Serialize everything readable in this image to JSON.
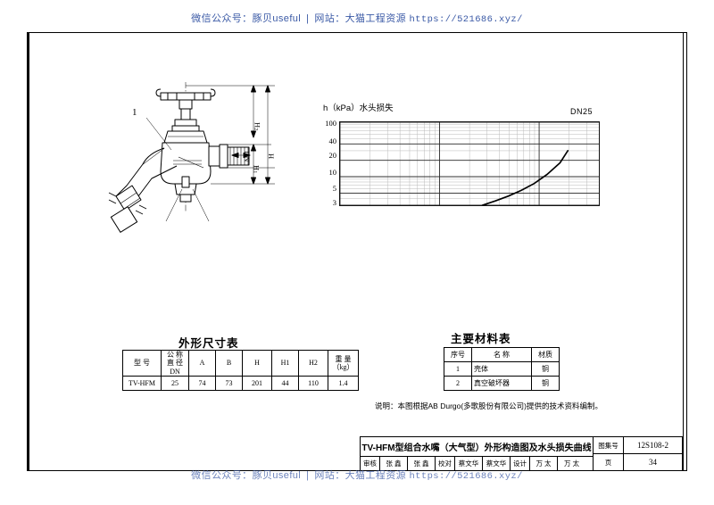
{
  "watermark": {
    "wechat_label": "微信公众号：",
    "wechat_name": "豚贝useful",
    "separator": "|",
    "site_label": "网站：",
    "site_name": "大猫工程资源",
    "url": "https://521686.xyz/"
  },
  "drawing": {
    "callout_1": "1",
    "dim_H": "H",
    "dim_H1": "H",
    "dim_H1_sub": "1",
    "dim_H2": "H",
    "dim_H2_sub": "2",
    "dim_DN": "DN"
  },
  "chart_data": {
    "type": "line",
    "title": "h（kPa）水头损失",
    "annotation": "DN25",
    "ylabel": "h (kPa)",
    "xlabel": "",
    "yticks": [
      "100",
      "40",
      "20",
      "10",
      "5",
      "3"
    ],
    "ylim": [
      3,
      100
    ],
    "yscale": "log",
    "xscale": "log",
    "grid": true,
    "legend": "none",
    "series": [
      {
        "name": "DN25",
        "x": [
          0.55,
          0.6,
          0.65,
          0.7,
          0.75,
          0.8,
          0.85,
          0.88
        ],
        "y": [
          3.0,
          3.6,
          4.4,
          5.6,
          7.5,
          11.0,
          18.0,
          30.0
        ]
      }
    ]
  },
  "dimension_table": {
    "heading": "外形尺寸表",
    "headers": {
      "model": "型  号",
      "dn_line1": "公 称",
      "dn_line2": "直 径",
      "dn_line3": "DN",
      "a": "A",
      "b": "B",
      "h": "H",
      "h1": "H1",
      "h2": "H2",
      "weight_line1": "重  量",
      "weight_line2": "（kg）"
    },
    "rows": [
      {
        "model": "TV-HFM",
        "dn": "25",
        "a": "74",
        "b": "73",
        "h": "201",
        "h1": "44",
        "h2": "110",
        "weight": "1.4"
      }
    ]
  },
  "material_table": {
    "heading": "主要材料表",
    "headers": {
      "no": "序号",
      "name": "名  称",
      "material": "材质"
    },
    "rows": [
      {
        "no": "1",
        "name": "壳体",
        "material": "铜"
      },
      {
        "no": "2",
        "name": "真空破坏器",
        "material": "铜"
      }
    ]
  },
  "note": "说明：本图根据AB Durgo(多歌股份有限公司)提供的技术资料编制。",
  "title_block": {
    "title": "TV-HFM型组合水嘴（大气型）外形构造图及水头损失曲线",
    "signatures": [
      {
        "label": "审核",
        "name": "张 鑫"
      },
      {
        "label": "",
        "name": "张 鑫"
      },
      {
        "label": "校对",
        "name": "蔡文华"
      },
      {
        "label": "",
        "name": "蔡文华"
      },
      {
        "label": "设计",
        "name": "万 太"
      },
      {
        "label": "",
        "name": "万 太"
      }
    ],
    "atlas_label": "图集号",
    "atlas_value": "12S108-2",
    "page_label": "页",
    "page_value": "34"
  }
}
